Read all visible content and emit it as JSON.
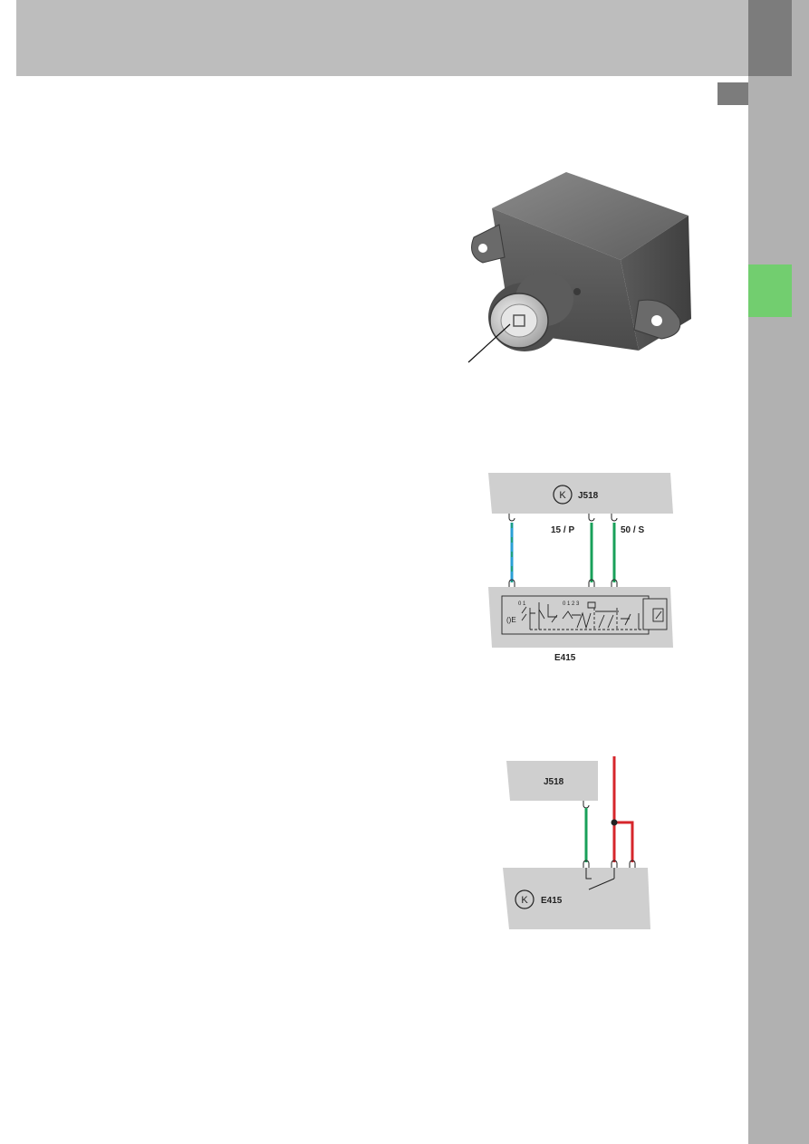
{
  "colors": {
    "header_band": "#bdbdbd",
    "rail": "#b1b1b1",
    "rail_dark": "#7c7c7c",
    "section_tab": "#72ce6f",
    "module_fill": "#cfcfcf",
    "wire_green": "#19a05a",
    "wire_blue": "#2a9fd6",
    "wire_red": "#d6262b"
  },
  "diagram1": {
    "control_unit": {
      "label": "J518",
      "symbol_letter": "K"
    },
    "terminals": [
      "15 / P",
      "50 / S"
    ],
    "switch": {
      "label": "E415",
      "positions_left": "0 1",
      "positions_right": "0 1 2 3",
      "key_symbol": "()E"
    }
  },
  "diagram2": {
    "control_unit": {
      "label": "J518"
    },
    "switch": {
      "label": "E415",
      "symbol_letter": "K"
    }
  }
}
